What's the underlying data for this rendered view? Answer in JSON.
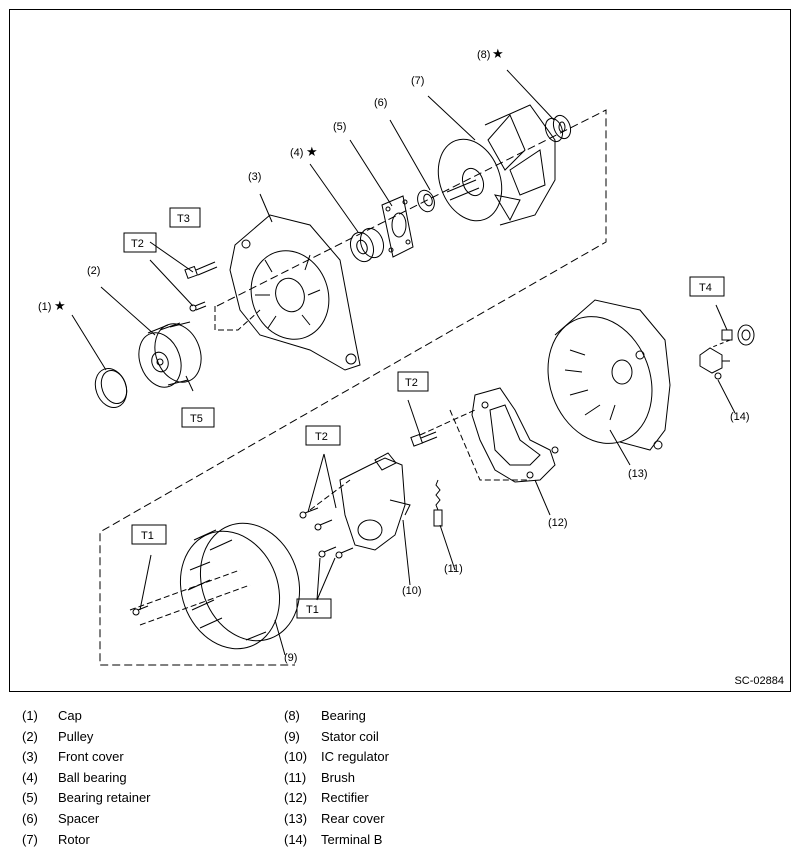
{
  "figure": {
    "code": "SC-02884",
    "star_symbol": "★",
    "callouts": [
      "(1)",
      "(2)",
      "(3)",
      "(4)",
      "(5)",
      "(6)",
      "(7)",
      "(8)",
      "(9)",
      "(10)",
      "(11)",
      "(12)",
      "(13)",
      "(14)"
    ],
    "torque_tags": [
      "T1",
      "T2",
      "T3",
      "T4",
      "T5"
    ]
  },
  "legend": {
    "left": [
      {
        "num": "(1)",
        "label": "Cap"
      },
      {
        "num": "(2)",
        "label": "Pulley"
      },
      {
        "num": "(3)",
        "label": "Front cover"
      },
      {
        "num": "(4)",
        "label": "Ball bearing"
      },
      {
        "num": "(5)",
        "label": "Bearing retainer"
      },
      {
        "num": "(6)",
        "label": "Spacer"
      },
      {
        "num": "(7)",
        "label": "Rotor"
      }
    ],
    "right": [
      {
        "num": "(8)",
        "label": "Bearing"
      },
      {
        "num": "(9)",
        "label": "Stator coil"
      },
      {
        "num": "(10)",
        "label": "IC regulator"
      },
      {
        "num": "(11)",
        "label": "Brush"
      },
      {
        "num": "(12)",
        "label": "Rectifier"
      },
      {
        "num": "(13)",
        "label": "Rear cover"
      },
      {
        "num": "(14)",
        "label": "Terminal B"
      }
    ]
  }
}
